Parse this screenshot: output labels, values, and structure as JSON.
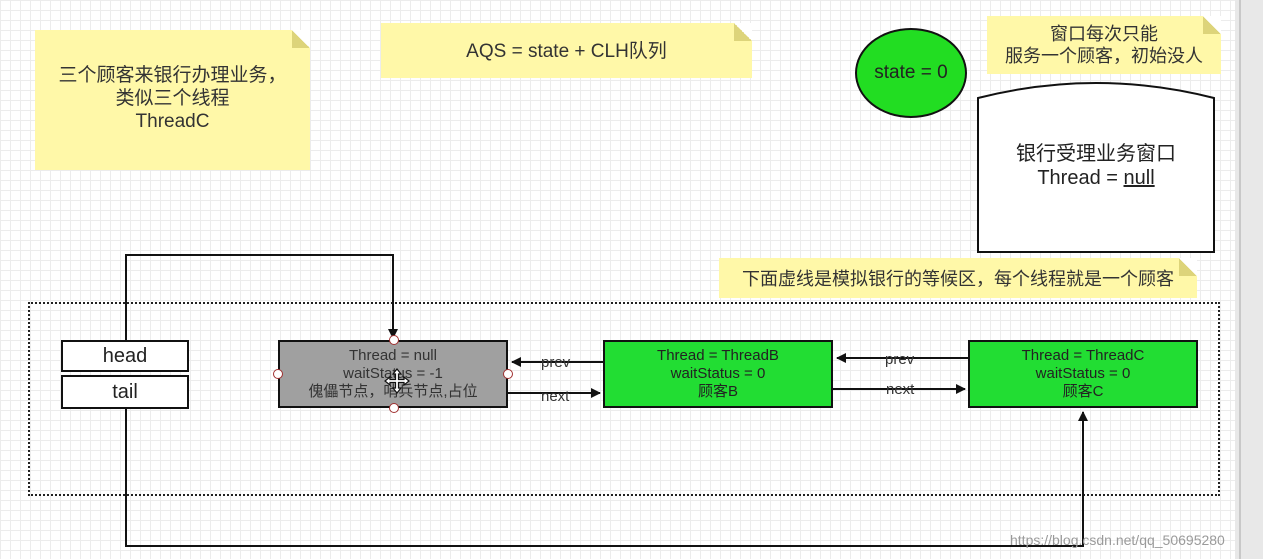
{
  "notes": {
    "customers": [
      "三个顾客来银行办理业务，",
      "类似三个线程",
      "ThreadC"
    ],
    "aqs_formula": "AQS = state + CLH队列",
    "window_rule": [
      "窗口每次只能",
      "服务一个顾客，初始没人"
    ],
    "waiting_area": "下面虚线是模拟银行的等候区，每个线程就是一个顾客"
  },
  "state": {
    "label": "state = 0"
  },
  "bank_window": {
    "title": "银行受理业务窗口",
    "thread_prefix": "Thread = ",
    "thread_value": "null"
  },
  "queue": {
    "head_label": "head",
    "tail_label": "tail",
    "nodes": [
      {
        "line1": "Thread = null",
        "line2": "waitStatus = -1",
        "line3": "傀儡节点，哨兵节点,占位"
      },
      {
        "line1": "Thread = ThreadB",
        "line2": "waitStatus = 0",
        "line3": "顾客B"
      },
      {
        "line1": "Thread = ThreadC",
        "line2": "waitStatus = 0",
        "line3": "顾客C"
      }
    ],
    "link_prev": "prev",
    "link_next": "next"
  },
  "watermark": "https://blog.csdn.net/qq_50695280",
  "colors": {
    "note": "#fff8a8",
    "node_green": "#22dd33",
    "node_dummy": "#a0a0a0",
    "state_fill": "#22dd22"
  }
}
